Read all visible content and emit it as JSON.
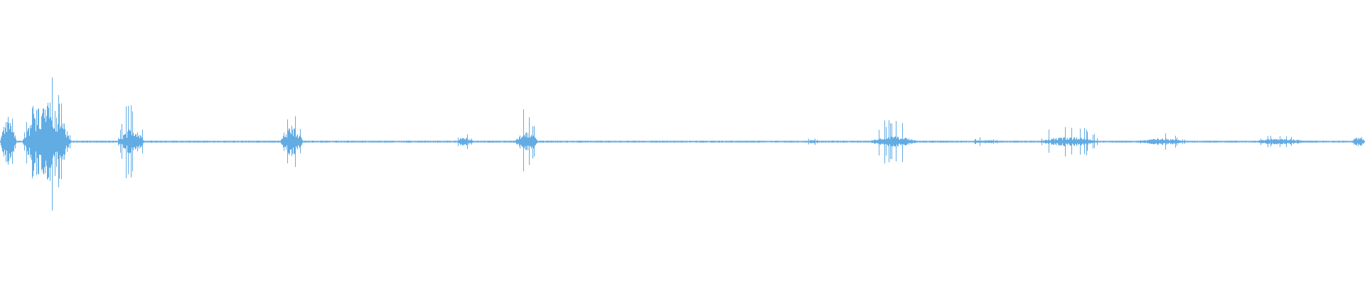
{
  "waveform": {
    "color": "#62ace4",
    "background": "#ffffff",
    "baseline_amplitude": 0.006,
    "segments": [
      {
        "start": 0.0,
        "end": 0.012,
        "peak": 0.48,
        "noise": 0.35
      },
      {
        "start": 0.016,
        "end": 0.052,
        "peak": 1.0,
        "noise": 0.55
      },
      {
        "start": 0.086,
        "end": 0.106,
        "peak": 0.64,
        "noise": 0.18
      },
      {
        "start": 0.205,
        "end": 0.222,
        "peak": 0.42,
        "noise": 0.2
      },
      {
        "start": 0.333,
        "end": 0.347,
        "peak": 0.12,
        "noise": 0.05
      },
      {
        "start": 0.377,
        "end": 0.394,
        "peak": 0.45,
        "noise": 0.14
      },
      {
        "start": 0.59,
        "end": 0.6,
        "peak": 0.06,
        "noise": 0.02
      },
      {
        "start": 0.636,
        "end": 0.673,
        "peak": 0.36,
        "noise": 0.07
      },
      {
        "start": 0.71,
        "end": 0.733,
        "peak": 0.06,
        "noise": 0.02
      },
      {
        "start": 0.76,
        "end": 0.806,
        "peak": 0.3,
        "noise": 0.06
      },
      {
        "start": 0.833,
        "end": 0.87,
        "peak": 0.12,
        "noise": 0.04
      },
      {
        "start": 0.918,
        "end": 0.958,
        "peak": 0.1,
        "noise": 0.04
      },
      {
        "start": 0.99,
        "end": 1.0,
        "peak": 0.1,
        "noise": 0.06
      }
    ]
  }
}
